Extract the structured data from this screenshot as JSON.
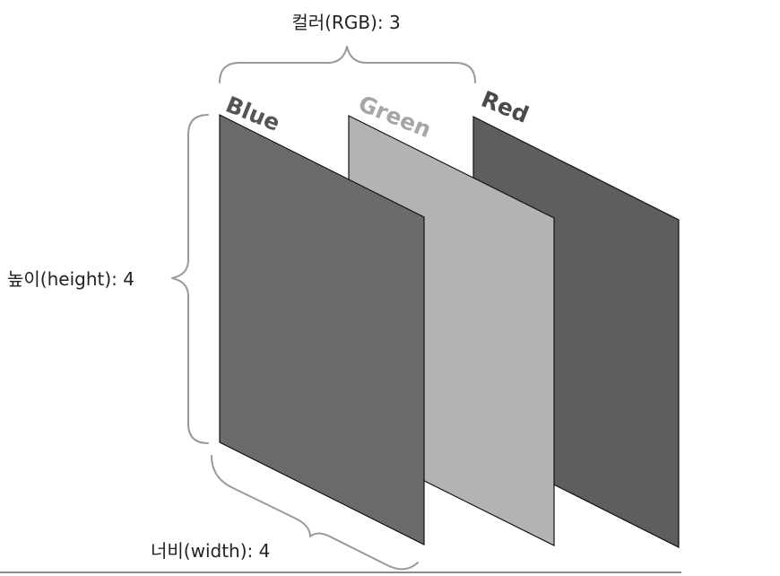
{
  "dimensions": {
    "channels_label": "컬러(RGB): 3",
    "height_label": "높이(height): 4",
    "width_label": "너비(width): 4"
  },
  "channels": [
    {
      "label": "Blue",
      "plane_color": "#6b6b6b",
      "label_color": "#555555"
    },
    {
      "label": "Green",
      "plane_color": "#b3b3b3",
      "label_color": "#a6a6a6"
    },
    {
      "label": "Red",
      "plane_color": "#5e5e5e",
      "label_color": "#4a4a4a"
    }
  ],
  "colors": {
    "brace": "#9a9a9a",
    "baseline": "#8c8c8c"
  }
}
